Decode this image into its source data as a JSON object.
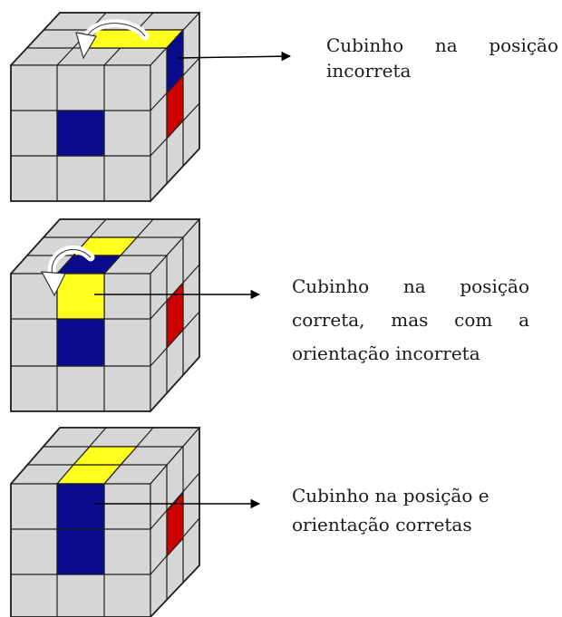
{
  "colors": {
    "face": "#d6d6d6",
    "edge": "#1f1f1f",
    "yellow": "#ffff1e",
    "blue": "#0a0a8c",
    "red": "#cc0000",
    "arrow": "#000000"
  },
  "icons": [
    "rotation-arrow-icon",
    "pointer-arrow-icon"
  ],
  "captions": [
    {
      "line1": "Cubinho   na   posição",
      "line2": "incorreta"
    },
    {
      "line1": "Cubinho    na    posição",
      "line2": "correta,  mas  com  a",
      "line3": "orientação incorreta"
    },
    {
      "line1": "Cubinho na posição e",
      "line2": "orientação corretas"
    }
  ]
}
